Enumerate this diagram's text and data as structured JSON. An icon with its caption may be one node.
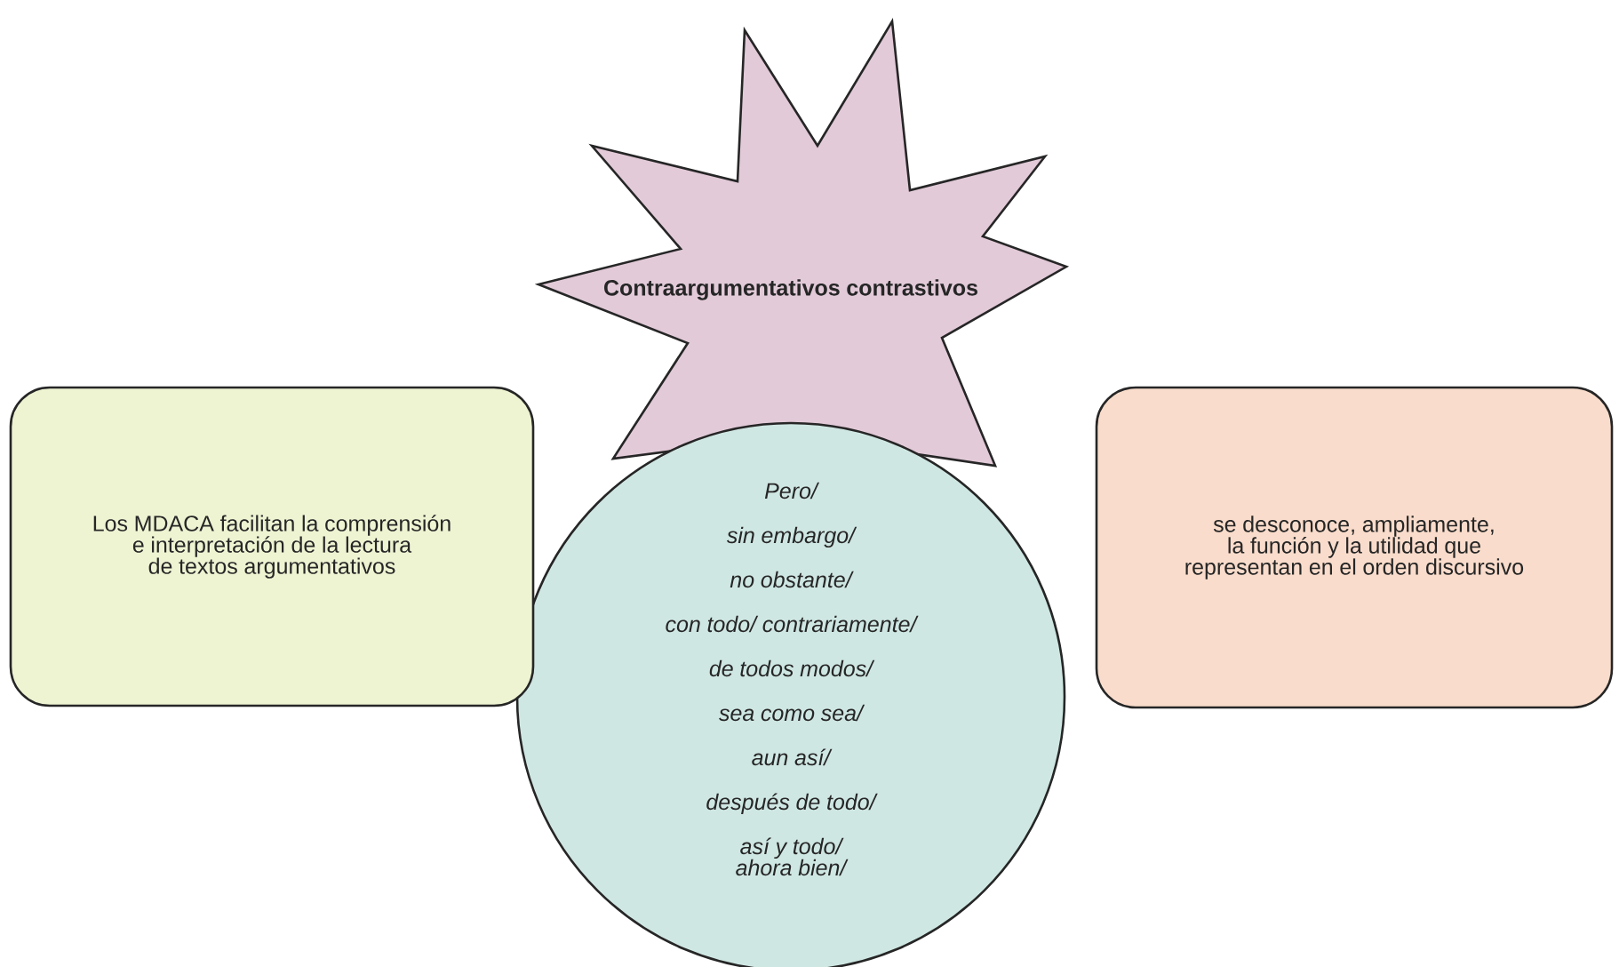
{
  "diagram": {
    "nodes": [
      {
        "text": [
          "Contraargumentativos contrastivos"
        ]
      },
      {
        "text": [
          "Los MDACA facilitan la comprensión e interpretación de la lectura de textos argumentativos"
        ]
      },
      {
        "text": [
          "Pero/",
          "sin embargo/",
          "no obstante/",
          "con todo/ contrariamente/",
          "de todos modos/",
          "sea como sea/",
          "aun así/",
          "después de todo/",
          "así y todo/",
          "ahora bien/"
        ]
      },
      {
        "text": [
          "se desconoce, ampliamente, la función y la utilidad que representan en el orden discursivo"
        ]
      }
    ]
  }
}
